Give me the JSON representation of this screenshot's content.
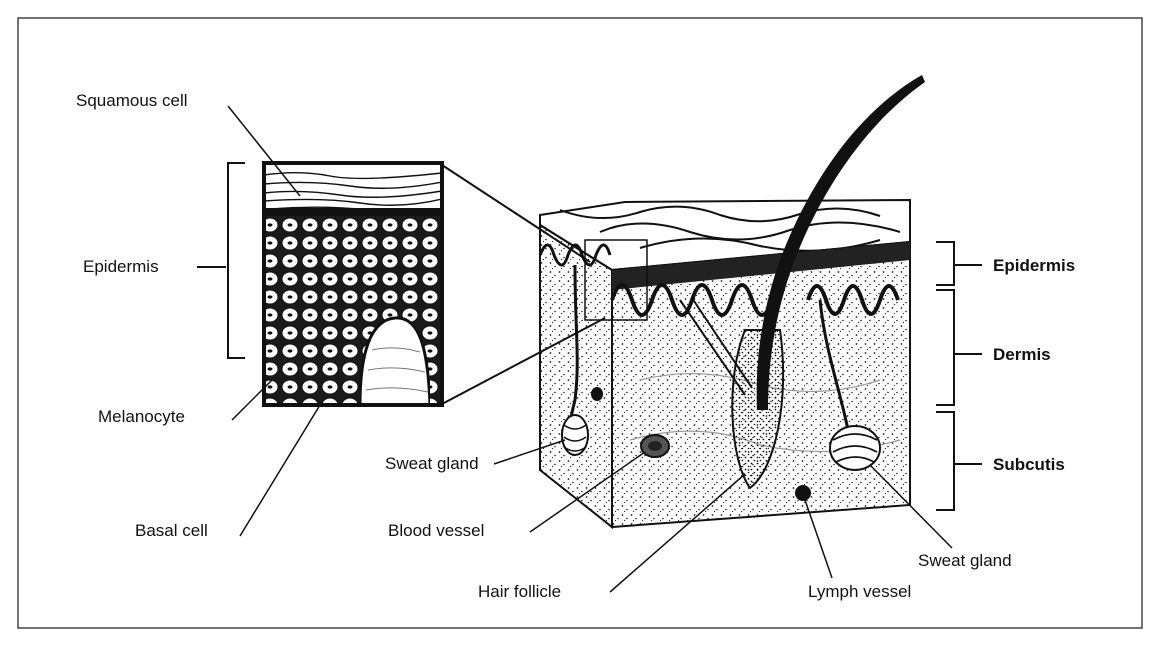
{
  "labels": {
    "squamous_cell": "Squamous cell",
    "epidermis_left": "Epidermis",
    "melanocyte": "Melanocyte",
    "basal_cell": "Basal cell",
    "sweat_gland_left": "Sweat gland",
    "blood_vessel": "Blood vessel",
    "hair_follicle": "Hair follicle",
    "lymph_vessel": "Lymph vessel",
    "sweat_gland_right": "Sweat gland",
    "epidermis_right": "Epidermis",
    "dermis": "Dermis",
    "subcutis": "Subcutis"
  },
  "colors": {
    "ink": "#111111",
    "background": "#ffffff"
  }
}
